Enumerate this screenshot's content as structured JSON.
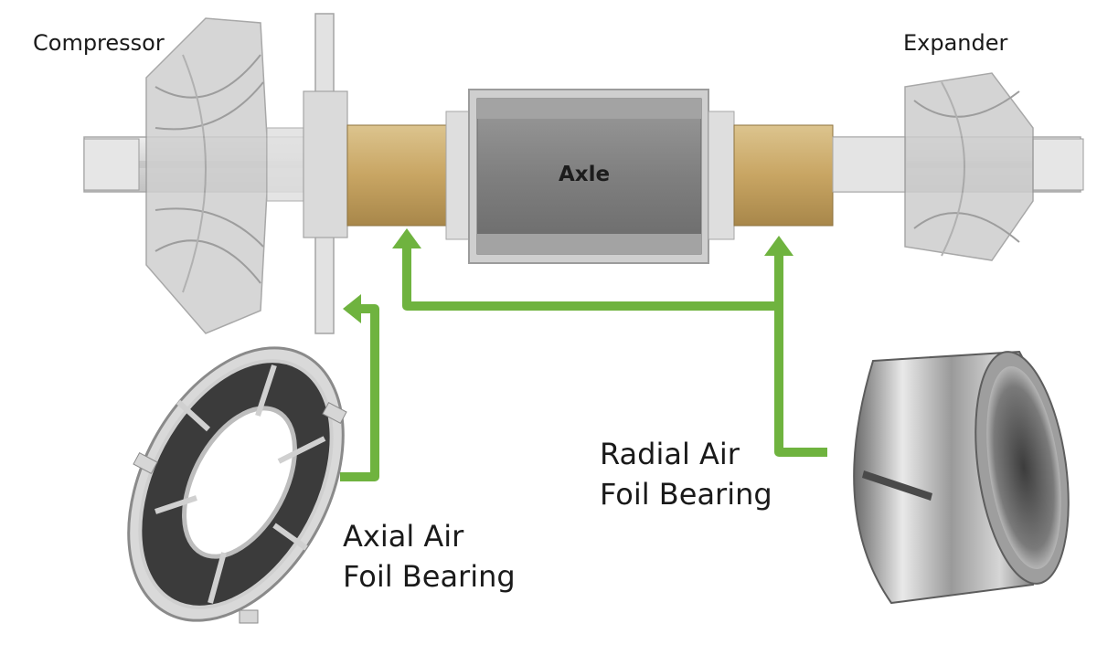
{
  "labels": {
    "compressor": "Compressor",
    "expander": "Expander",
    "axle": "Axle",
    "axial_bearing_line1": "Axial Air",
    "axial_bearing_line2": "Foil Bearing",
    "radial_bearing_line1": "Radial Air",
    "radial_bearing_line2": "Foil Bearing"
  },
  "colors": {
    "arrow": "#6fb33f",
    "bearing_sleeve": "#c9a560",
    "shaft": "#d9d9d9",
    "motor": "#8a8a8a"
  }
}
